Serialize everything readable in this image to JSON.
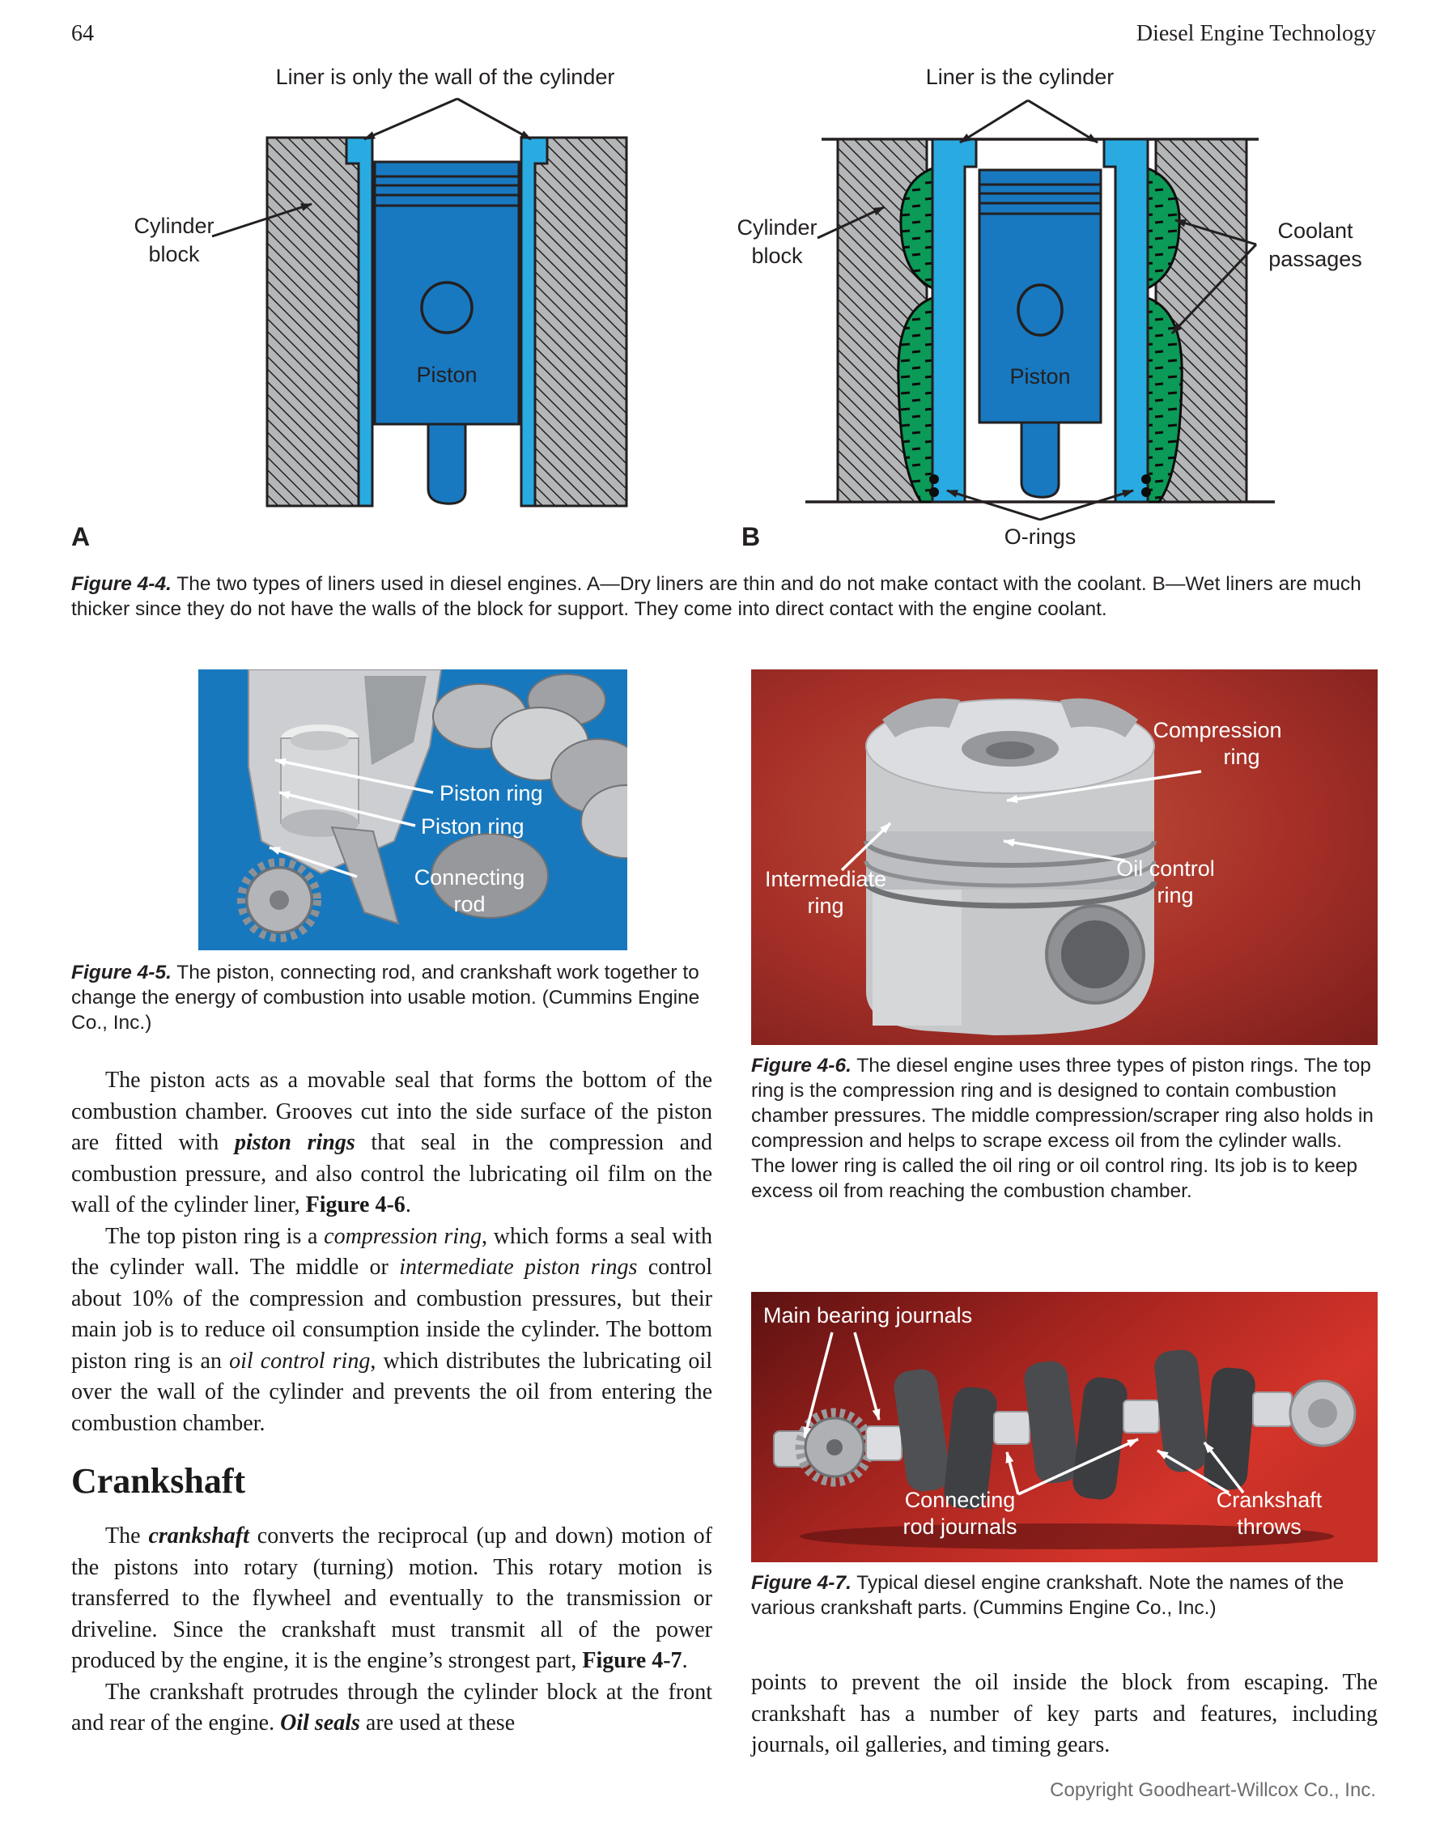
{
  "page": {
    "number": "64",
    "running_title": "Diesel Engine Technology",
    "footer": "Copyright Goodheart-Willcox Co., Inc."
  },
  "colors": {
    "piston_blue": "#1879c0",
    "liner_cyan": "#29abe2",
    "coolant_green": "#0b9a57",
    "block_gray": "#b4b6b8",
    "photo45_blue": "#1878bd",
    "photo46_red": "#a63028",
    "photo47_red": "#a5241f",
    "footer_gray": "#6d6e71"
  },
  "fig44": {
    "a": {
      "panel_label": "A",
      "title": "Liner is only the wall of the cylinder",
      "cylinder_block": [
        "Cylinder",
        "block"
      ],
      "piston": "Piston"
    },
    "b": {
      "panel_label": "B",
      "title": "Liner is the cylinder",
      "cylinder_block": [
        "Cylinder",
        "block"
      ],
      "piston": "Piston",
      "coolant": [
        "Coolant",
        "passages"
      ],
      "orings": "O-rings"
    },
    "caption_tag": "Figure 4-4.",
    "caption_text": " The two types of liners used in diesel engines. A—Dry liners are thin and do not make contact with the coolant. B—Wet liners are much thicker since they do not have the walls of the block for support. They come into direct contact with the engine coolant."
  },
  "fig45": {
    "labels": {
      "ring1": "Piston ring",
      "ring2": "Piston ring",
      "rod": [
        "Connecting",
        "rod"
      ]
    },
    "caption_tag": "Figure 4-5.",
    "caption_text": " The piston, connecting rod, and crankshaft work together to change the energy of combustion into usable motion. (Cummins Engine Co., Inc.)"
  },
  "fig46": {
    "labels": {
      "compression": [
        "Compression",
        "ring"
      ],
      "intermediate": [
        "Intermediate",
        "ring"
      ],
      "oil": [
        "Oil control",
        "ring"
      ]
    },
    "caption_tag": "Figure 4-6.",
    "caption_text": " The diesel engine uses three types of piston rings. The top ring is the compression ring and is designed to contain combustion chamber pressures. The middle compression/scraper ring also holds in compression and helps to scrape excess oil from the cylinder walls. The lower ring is called the oil ring or oil control ring. Its job is to keep excess oil from reaching the combustion chamber."
  },
  "fig47": {
    "labels": {
      "main": "Main bearing journals",
      "rod": [
        "Connecting",
        "rod journals"
      ],
      "throws": [
        "Crankshaft",
        "throws"
      ]
    },
    "caption_tag": "Figure 4-7.",
    "caption_text": " Typical diesel engine crankshaft. Note the names of the various crankshaft parts. (Cummins Engine Co., Inc.)"
  },
  "body": {
    "heading": "Crankshaft",
    "p1": [
      {
        "t": "The piston acts as a movable seal that forms the bottom of the combustion chamber. Grooves cut into the side surface of the piston are fitted with ",
        "s": ""
      },
      {
        "t": "piston rings",
        "s": "bi"
      },
      {
        "t": " that seal in the compression and combustion pressure, and also control the lubricating oil film on the wall of the cylinder liner, ",
        "s": ""
      },
      {
        "t": "Figure 4-6",
        "s": "b"
      },
      {
        "t": ".",
        "s": ""
      }
    ],
    "p2": [
      {
        "t": "The top piston ring is a ",
        "s": ""
      },
      {
        "t": "compression ring",
        "s": "i"
      },
      {
        "t": ", which forms a seal with the cylinder wall. The middle or ",
        "s": ""
      },
      {
        "t": "intermediate piston rings",
        "s": "i"
      },
      {
        "t": " control about 10% of the compression and combustion pressures, but their main job is to reduce oil consumption inside the cylinder. The bottom piston ring is an ",
        "s": ""
      },
      {
        "t": "oil control ring",
        "s": "i"
      },
      {
        "t": ", which distributes the lubricating oil over the wall of the cylinder and prevents the oil from entering the combustion chamber.",
        "s": ""
      }
    ],
    "p3": [
      {
        "t": "The ",
        "s": ""
      },
      {
        "t": "crankshaft",
        "s": "bi"
      },
      {
        "t": " converts the reciprocal (up and down) motion of the pistons into rotary (turning) motion. This rotary motion is transferred to the flywheel and eventually to the transmission or driveline. Since the crankshaft must transmit all of the power produced by the engine, it is the engine’s strongest part, ",
        "s": ""
      },
      {
        "t": "Figure 4-7",
        "s": "b"
      },
      {
        "t": ".",
        "s": ""
      }
    ],
    "p4": [
      {
        "t": "The crankshaft protrudes through the cylinder block at the front and rear of the engine. ",
        "s": ""
      },
      {
        "t": "Oil seals",
        "s": "bi"
      },
      {
        "t": " are used at these",
        "s": ""
      }
    ],
    "p5": [
      {
        "t": "points to prevent the oil inside the block from escaping. The crankshaft has a number of key parts and features, including journals, oil galleries, and timing gears.",
        "s": ""
      }
    ]
  }
}
